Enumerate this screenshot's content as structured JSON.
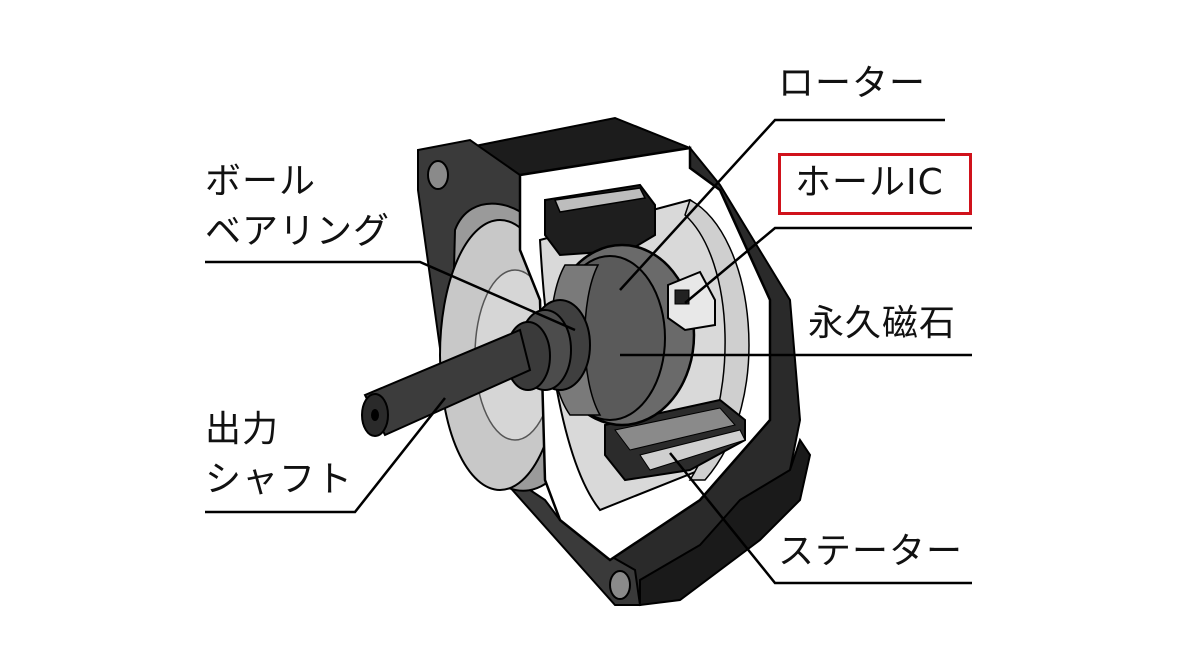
{
  "diagram": {
    "labels": {
      "rotor": "ローター",
      "hall_ic": "ホールIC",
      "magnet": "永久磁石",
      "stator": "ステーター",
      "bearing_line1": "ボール",
      "bearing_line2": "ベアリング",
      "shaft_line1": "出力",
      "shaft_line2": "シャフト"
    },
    "highlight_color": "#d0121b",
    "highlighted_part": "hall_ic"
  }
}
